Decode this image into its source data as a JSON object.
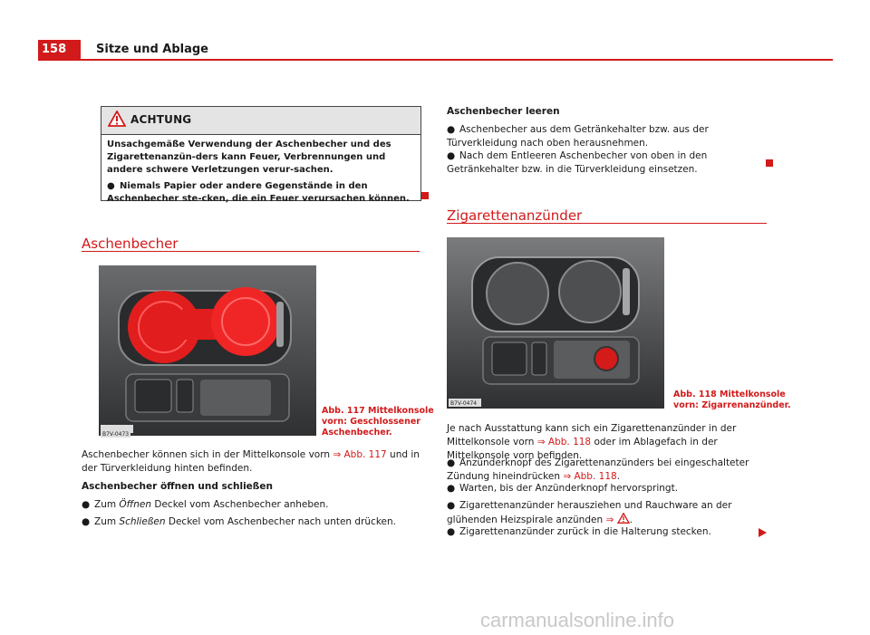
{
  "header": {
    "page_number": "158",
    "title": "Sitze und Ablage"
  },
  "warning": {
    "label": "ACHTUNG",
    "text": "Unsachgemäße Verwendung der Aschenbecher und des Zigarettenanzün-ders kann Feuer, Verbrennungen und andere schwere Verletzungen verur-sachen.",
    "bullet": "Niemals Papier oder andere Gegenstände in den Aschenbecher ste-cken, die ein Feuer verursachen können."
  },
  "left": {
    "section_title": "Aschenbecher",
    "figure_id": "B7V-0473",
    "caption": [
      "Abb. 117   Mittelkonsole",
      "vorn: Geschlossener",
      "Aschenbecher."
    ],
    "para1_a": "Aschenbecher können sich in der Mittelkonsole vorn ",
    "para1_link": "⇒ Abb. 117",
    "para1_b": " und in der Türverkleidung hinten befinden.",
    "subhead": "Aschenbecher öffnen und schließen",
    "bullet1_a": "Zum ",
    "bullet1_em": "Öffnen",
    "bullet1_b": " Deckel vom Aschenbecher anheben.",
    "bullet2_a": "Zum ",
    "bullet2_em": "Schließen",
    "bullet2_b": " Deckel vom Aschenbecher nach unten drücken."
  },
  "right": {
    "subhead": "Aschenbecher leeren",
    "bullet1": "Aschenbecher aus dem Getränkehalter bzw. aus der Türverkleidung nach oben herausnehmen.",
    "bullet2": "Nach dem Entleeren Aschenbecher von oben in den Getränkehalter bzw. in die Türverkleidung einsetzen.",
    "section_title": "Zigarettenanzünder",
    "figure_id": "B7V-0474",
    "caption": [
      "Abb. 118   Mittelkonsole",
      "vorn: Zigarrenanzünder."
    ],
    "para_a": "Je nach Ausstattung kann sich ein Zigarettenanzünder in der Mittelkonsole vorn ",
    "para_link": "⇒ Abb. 118",
    "para_b": " oder im Ablagefach in der Mittelkonsole vorn befinden.",
    "b1_a": "Anzünderknopf des Zigarettenanzünders bei eingeschalteter Zündung hineindrücken ",
    "b1_link": "⇒ Abb. 118",
    "b1_b": ".",
    "b2": "Warten, bis der Anzünderknopf hervorspringt.",
    "b3_a": "Zigarettenanzünder herausziehen und Rauchware an der glühenden Heizspirale anzünden ",
    "b3_link": "⇒",
    "b3_b": ".",
    "b4": "Zigarettenanzünder zurück in die Halterung stecken."
  },
  "footer": {
    "watermark": "carmanualsonline.info"
  },
  "colors": {
    "accent": "#d21a1a"
  },
  "icons": {
    "warning": "warning-triangle-icon",
    "continue": "arrow-right-icon"
  }
}
